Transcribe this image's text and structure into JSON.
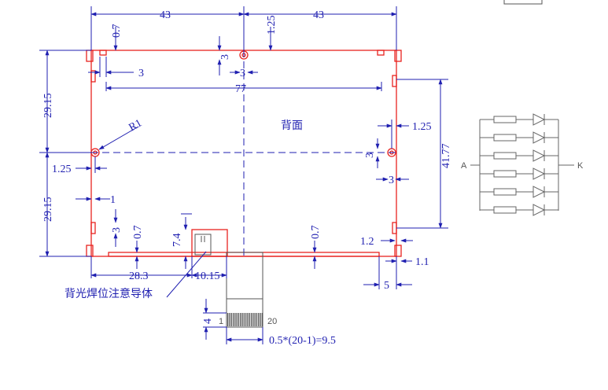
{
  "colors": {
    "outline": "#e8231f",
    "dimension": "#1f1fb0",
    "schematic": "#666666",
    "fpc": "#555555"
  },
  "labels": {
    "back_side": "背面",
    "solder_note": "背光焊位注意导体",
    "pin_one": "1",
    "pin_last": "20",
    "pitch_formula": "0.5*(20-1)=9.5",
    "anode": "A",
    "cathode": "K"
  },
  "dimensions": {
    "top_left_43": "43",
    "top_right_43": "43",
    "tl_0_7": "0.7",
    "top_1_25": "1.25",
    "corner_3": "3",
    "hole_3_v": "3",
    "hole_3_h": "3",
    "inner_77": "77",
    "left_29_15_top": "29.15",
    "left_29_15_bottom": "29.15",
    "radius": "R1",
    "left_1_25": "1.25",
    "right_1_25": "1.25",
    "right_hole_3_v": "3",
    "right_hole_3_h": "3",
    "right_41_77": "41.77",
    "left_1": "1",
    "left_3": "3",
    "left_0_7": "0.7",
    "tab_7_4": "7.4",
    "right_0_7": "0.7",
    "right_1_2": "1.2",
    "right_1_1": "1.1",
    "bottom_28_3": "28.3",
    "bottom_10_15": "10.15",
    "bottom_5": "5",
    "fpc_4": "4"
  },
  "led_schematic": {
    "rows": 6
  }
}
